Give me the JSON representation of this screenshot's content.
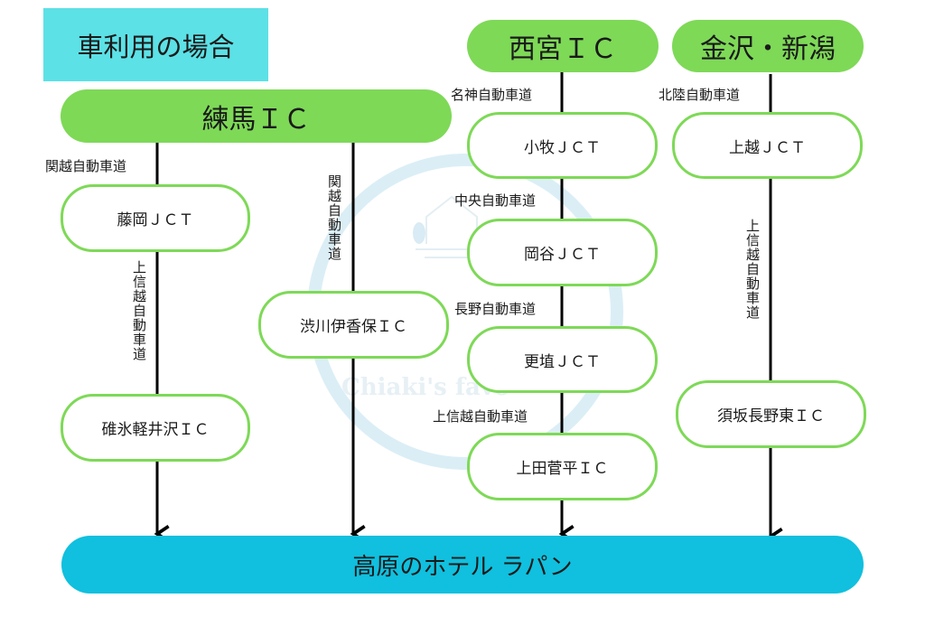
{
  "title": "車利用の場合",
  "origins": {
    "nerima": "練馬ＩＣ",
    "nishinomiya": "西宮ＩＣ",
    "kanazawa_niigata": "金沢・新潟"
  },
  "routes": {
    "nerima_left": {
      "roads": [
        "関越自動車道",
        "上信越自動車道"
      ],
      "nodes": [
        "藤岡ＪＣＴ",
        "碓氷軽井沢ＩＣ"
      ]
    },
    "nerima_right": {
      "roads": [
        "関越自動車道"
      ],
      "nodes": [
        "渋川伊香保ＩＣ"
      ]
    },
    "nishinomiya": {
      "roads": [
        "名神自動車道",
        "中央自動車道",
        "長野自動車道",
        "上信越自動車道"
      ],
      "nodes": [
        "小牧ＪＣＴ",
        "岡谷ＪＣＴ",
        "更埴ＪＣＴ",
        "上田菅平ＩＣ"
      ]
    },
    "kanazawa": {
      "roads": [
        "北陸自動車道",
        "上信越自動車道"
      ],
      "nodes": [
        "上越ＪＣＴ",
        "須坂長野東ＩＣ"
      ]
    }
  },
  "destination": "高原のホテル ラパン",
  "watermark": "Chiaki's favo",
  "colors": {
    "title_bg": "#5ce1e6",
    "origin_green": "#7ed957",
    "node_border": "#7ed957",
    "destination_bg": "#10c0de",
    "line": "#000000"
  }
}
